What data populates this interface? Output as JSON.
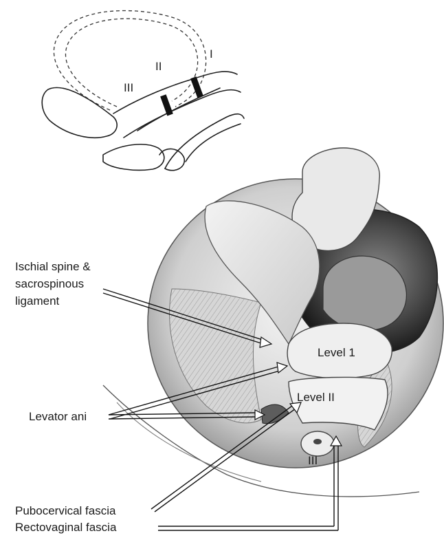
{
  "inset": {
    "level_labels": [
      "I",
      "II",
      "III"
    ]
  },
  "illustration": {
    "level1_label": "Level 1",
    "level2_label": "Level II",
    "level3_label": "III"
  },
  "callouts": {
    "ischial_spine": [
      "Ischial spine &",
      "sacrospinous",
      "ligament"
    ],
    "levator_ani": "Levator ani",
    "pubocervical": "Pubocervical fascia",
    "rectovaginal": "Rectovaginal fascia"
  }
}
